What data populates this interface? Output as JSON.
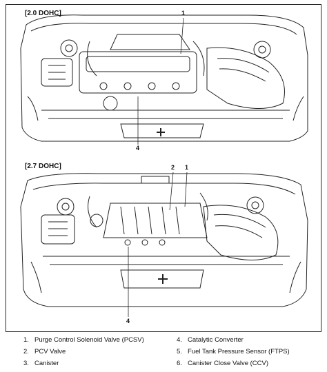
{
  "diagram1": {
    "title": "[2.0 DOHC]",
    "callouts": [
      "1",
      "4"
    ]
  },
  "diagram2": {
    "title": "[2.7 DOHC]",
    "callouts": [
      "2",
      "1",
      "4"
    ]
  },
  "legend": [
    {
      "num": "1.",
      "label": "Purge Control Solenoid Valve (PCSV)"
    },
    {
      "num": "2.",
      "label": "PCV Valve"
    },
    {
      "num": "3.",
      "label": "Canister"
    },
    {
      "num": "4.",
      "label": "Catalytic Converter"
    },
    {
      "num": "5.",
      "label": "Fuel Tank Pressure Sensor (FTPS)"
    },
    {
      "num": "6.",
      "label": "Canister Close Valve (CCV)"
    }
  ]
}
